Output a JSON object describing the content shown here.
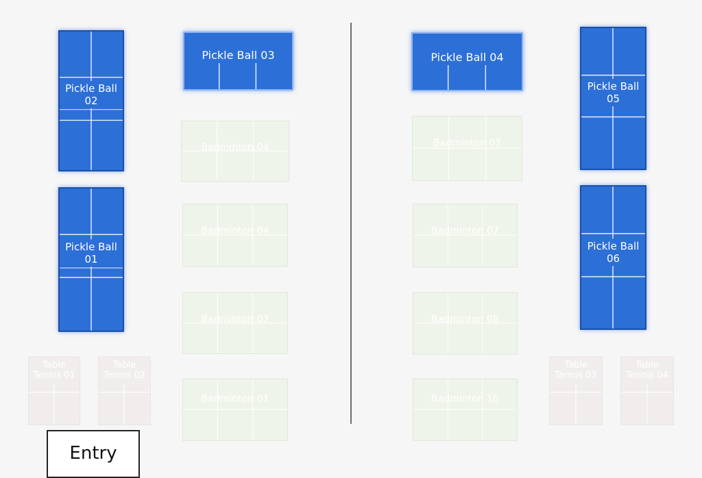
{
  "pickleball": {
    "pb01": {
      "line1": "Pickle Ball",
      "line2": "01"
    },
    "pb02": {
      "line1": "Pickle Ball",
      "line2": "02"
    },
    "pb03": "Pickle Ball 03",
    "pb04": "Pickle Ball 04",
    "pb05": {
      "line1": "Pickle Ball",
      "line2": "05"
    },
    "pb06": {
      "line1": "Pickle Ball",
      "line2": "06"
    }
  },
  "badminton": {
    "left": [
      "Badminton 04",
      "Badminton 04",
      "Badminton 02",
      "Badminton 01"
    ],
    "right": [
      "Badminton 07",
      "Badminton 07",
      "Badminton 08",
      "Badminton 10"
    ]
  },
  "table_tennis": {
    "tt01": {
      "line1": "Table",
      "line2": "Tennis 01"
    },
    "tt02": {
      "line1": "Table",
      "line2": "Tennis 02"
    },
    "tt03": {
      "line1": "Table",
      "line2": "Tennis 03"
    },
    "tt04": {
      "line1": "Table",
      "line2": "Tennis 04"
    }
  },
  "entry_label": "Entry",
  "colors": {
    "pickleball_court": "#2c6fd6",
    "badminton_court": "#eef4ea",
    "table_tennis": "#f1eded",
    "background": "#f6f6f6"
  }
}
